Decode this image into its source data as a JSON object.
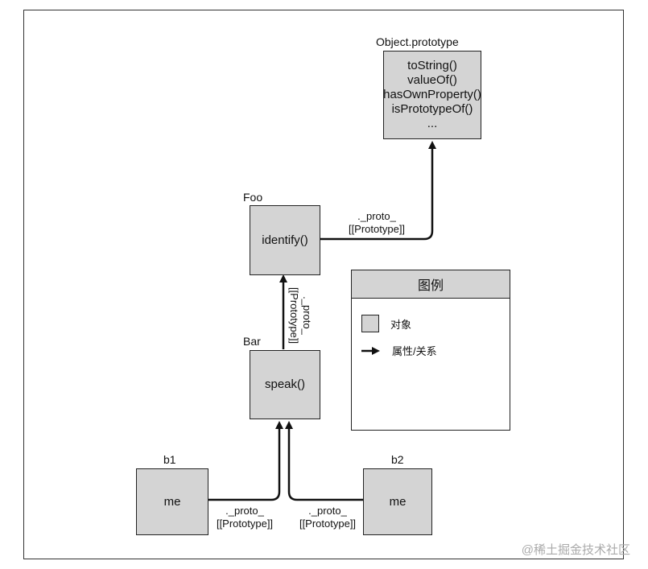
{
  "nodes": {
    "object_prototype": {
      "title": "Object.prototype",
      "methods": [
        "toString()",
        "valueOf()",
        "hasOwnProperty()",
        "isPrototypeOf()",
        "..."
      ]
    },
    "foo": {
      "title": "Foo",
      "method": "identify()"
    },
    "bar": {
      "title": "Bar",
      "method": "speak()"
    },
    "b1": {
      "title": "b1",
      "method": "me"
    },
    "b2": {
      "title": "b2",
      "method": "me"
    }
  },
  "edge_label": {
    "line1": "._proto_",
    "line2": "[[Prototype]]"
  },
  "legend": {
    "title": "图例",
    "object_label": "对象",
    "relation_label": "属性/关系"
  },
  "watermark": "@稀土掘金技术社区",
  "colors": {
    "box_fill": "#d4d4d4",
    "stroke": "#222222"
  }
}
